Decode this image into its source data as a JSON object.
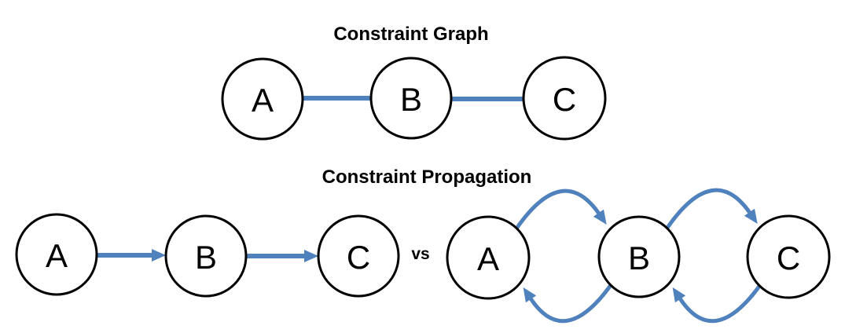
{
  "colors": {
    "accent": "#4F81BD",
    "node_stroke": "#000000",
    "title_text": "#000000",
    "label_text": "#000000"
  },
  "constraint_graph": {
    "title": "Constraint Graph",
    "nodes": [
      {
        "label": "A"
      },
      {
        "label": "B"
      },
      {
        "label": "C"
      }
    ],
    "edges": [
      {
        "from": "A",
        "to": "B",
        "type": "undirected"
      },
      {
        "from": "B",
        "to": "C",
        "type": "undirected"
      }
    ]
  },
  "constraint_propagation": {
    "title": "Constraint Propagation",
    "vs_label": "vs",
    "one_directional": {
      "nodes": [
        {
          "label": "A"
        },
        {
          "label": "B"
        },
        {
          "label": "C"
        }
      ],
      "edges": [
        {
          "from": "A",
          "to": "B",
          "type": "directed"
        },
        {
          "from": "B",
          "to": "C",
          "type": "directed"
        }
      ]
    },
    "bi_directional": {
      "nodes": [
        {
          "label": "A"
        },
        {
          "label": "B"
        },
        {
          "label": "C"
        }
      ],
      "edges": [
        {
          "from": "A",
          "to": "B",
          "type": "directed-arc-top"
        },
        {
          "from": "B",
          "to": "A",
          "type": "directed-arc-bottom"
        },
        {
          "from": "B",
          "to": "C",
          "type": "directed-arc-top"
        },
        {
          "from": "C",
          "to": "B",
          "type": "directed-arc-bottom"
        }
      ]
    }
  }
}
